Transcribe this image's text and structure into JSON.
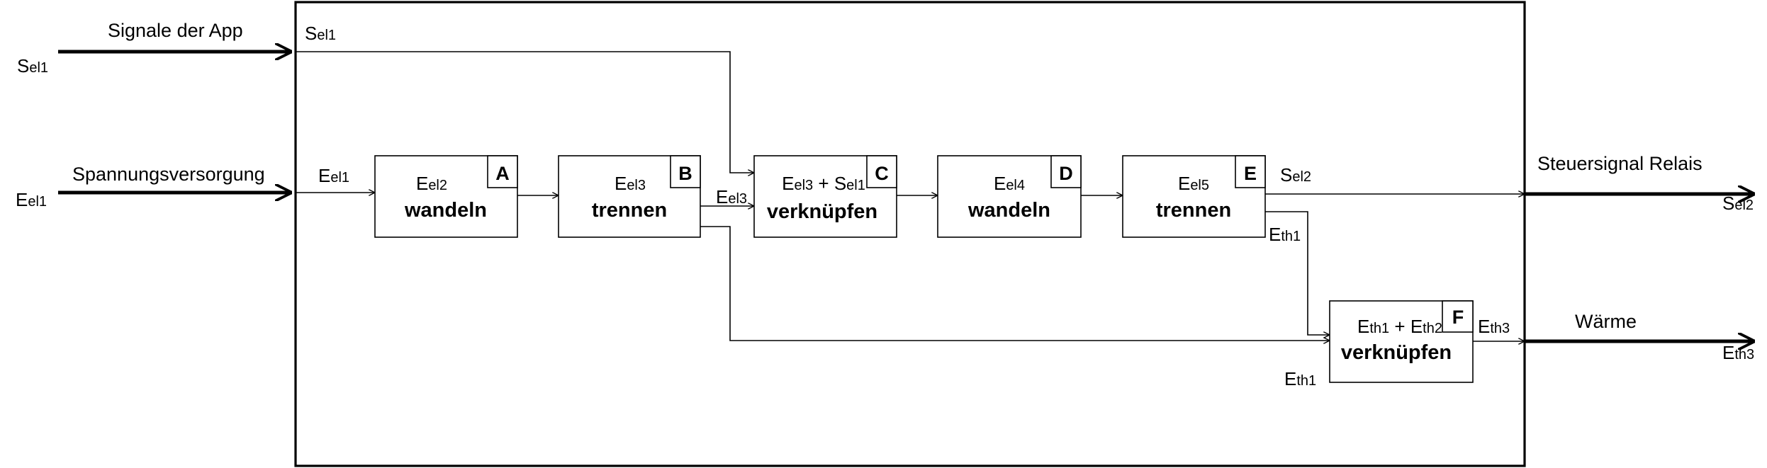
{
  "external": {
    "s_in_label": "Signale der App",
    "s_in_symbol": "S",
    "s_in_sub": "el1",
    "e_in_label": "Spannungsversorgung",
    "e_in_symbol": "E",
    "e_in_sub": "el1",
    "s_out_label": "Steuersignal Relais",
    "s_out_symbol": "S",
    "s_out_sub": "el2",
    "heat_out_label": "Wärme",
    "heat_out_symbol": "E",
    "heat_out_sub": "th3"
  },
  "internal_labels": {
    "sel1_top": {
      "symbol": "S",
      "sub": "el1"
    },
    "eel1_in": {
      "symbol": "E",
      "sub": "el1"
    },
    "eel3_out": {
      "symbol": "E",
      "sub": "el3"
    },
    "sel2_out": {
      "symbol": "S",
      "sub": "el2"
    },
    "eth1_from_e": {
      "symbol": "E",
      "sub": "th1"
    },
    "eth1_into_f": {
      "symbol": "E",
      "sub": "th1"
    },
    "eth3_out": {
      "symbol": "E",
      "sub": "th3"
    }
  },
  "blocks": [
    {
      "tag": "A",
      "verb": "wandeln",
      "in1_symbol": "E",
      "in1_sub": "el2",
      "plus": "",
      "in2_symbol": "",
      "in2_sub": ""
    },
    {
      "tag": "B",
      "verb": "trennen",
      "in1_symbol": "E",
      "in1_sub": "el3",
      "plus": "",
      "in2_symbol": "",
      "in2_sub": ""
    },
    {
      "tag": "C",
      "verb": "verknüpfen",
      "in1_symbol": "E",
      "in1_sub": "el3",
      "plus": " + ",
      "in2_symbol": "S",
      "in2_sub": "el1"
    },
    {
      "tag": "D",
      "verb": "wandeln",
      "in1_symbol": "E",
      "in1_sub": "el4",
      "plus": "",
      "in2_symbol": "",
      "in2_sub": ""
    },
    {
      "tag": "E",
      "verb": "trennen",
      "in1_symbol": "E",
      "in1_sub": "el5",
      "plus": "",
      "in2_symbol": "",
      "in2_sub": ""
    },
    {
      "tag": "F",
      "verb": "verknüpfen",
      "in1_symbol": "E",
      "in1_sub": "th1",
      "plus": " + ",
      "in2_symbol": "E",
      "in2_sub": "th2"
    }
  ]
}
